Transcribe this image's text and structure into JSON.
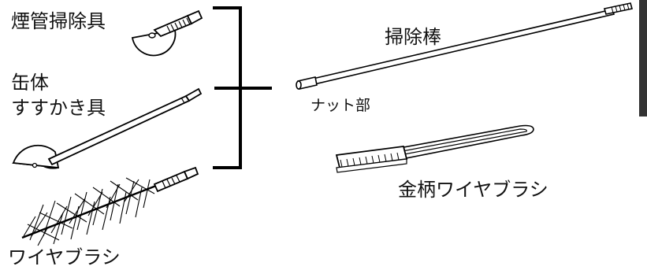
{
  "labels": {
    "flue_cleaner": "煙管掃除具",
    "can_body": "缶体",
    "soot_scraper": "すすかき具",
    "wire_brush": "ワイヤブラシ",
    "cleaning_rod": "掃除棒",
    "nut_part": "ナット部",
    "metal_handle_wire_brush": "金柄ワイヤブラシ"
  }
}
